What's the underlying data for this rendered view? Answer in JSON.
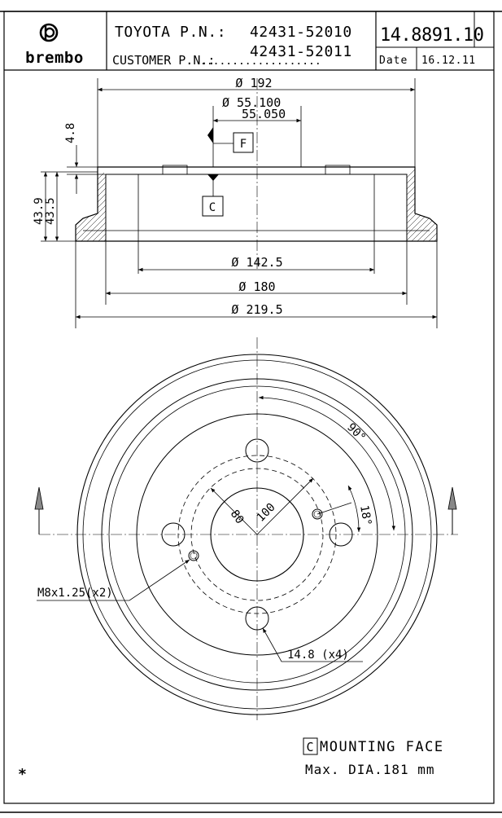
{
  "title_block": {
    "brand": "brembo",
    "oem_label": "TOYOTA P.N.:",
    "oem_pn": "42431-52010",
    "customer_label": "CUSTOMER P.N.:",
    "customer_dots": "...................",
    "customer_pn": "42431-52011",
    "brembo_code": "14.8891.10",
    "date_label": "Date",
    "date_value": "16.12.11"
  },
  "side_view": {
    "dia_192": "Ø 192",
    "dia_55_upper": "Ø 55.100",
    "dia_55_lower": "55.050",
    "thickness": "4.8",
    "height_a": "43.9",
    "height_b": "43.5",
    "datum_f": "F",
    "datum_c": "C",
    "dia_142": "Ø 142.5",
    "dia_180": "Ø 180",
    "dia_219": "Ø 219.5"
  },
  "front_view": {
    "angle_90": "90°",
    "angle_18": "18°",
    "pcd_80": "80",
    "pcd_100": "100",
    "thread_note": "M8x1.25(x2)",
    "hole_note": "14.8 (x4)"
  },
  "notes": {
    "datum_box": "C",
    "mounting_face": "MOUNTING FACE",
    "max_dia": "Max. DIA.181 mm",
    "asterisk": "*"
  }
}
